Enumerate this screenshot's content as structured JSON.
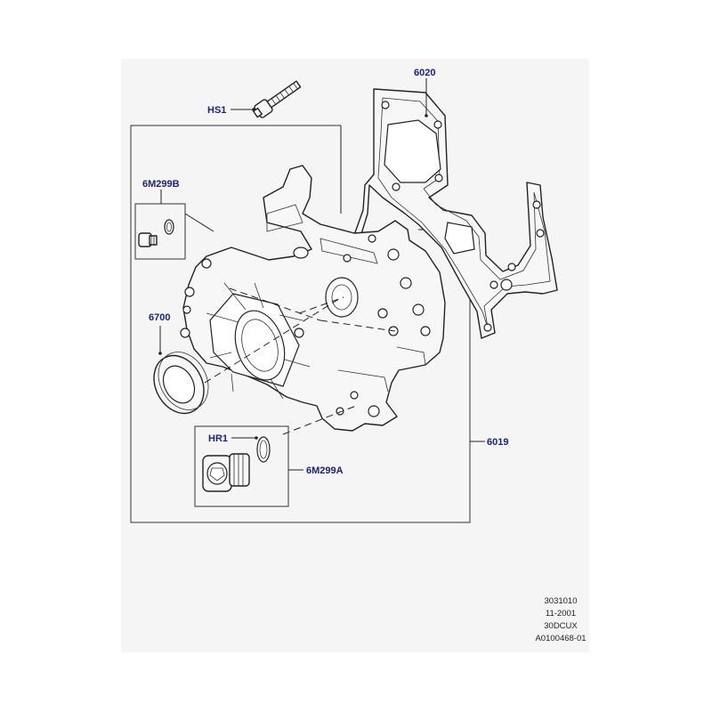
{
  "colors": {
    "callout_text": "#1a237e",
    "panel_bg": "#f5f5f5",
    "line": "#222222"
  },
  "callouts": {
    "hs1": "HS1",
    "p6020": "6020",
    "p6m299b": "6M299B",
    "p6700": "6700",
    "hr1": "HR1",
    "p6m299a": "6M299A",
    "p6019": "6019"
  },
  "reference_block": {
    "line1": "3031010",
    "line2": "11-2001",
    "line3": "30DCUX",
    "line4": "A0100468-01"
  }
}
